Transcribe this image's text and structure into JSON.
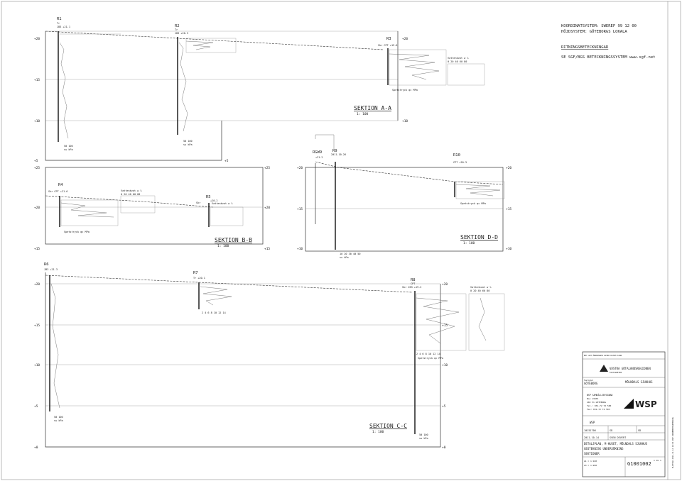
{
  "header": {
    "coord_system": "KOORDINATSYSTEM: SWEREF 99 12 00",
    "height_system": "HÖJDSYSTEM: GÖTEBORGS LOKALA",
    "drawing_legend_title": "RITNINGSBETECKNINGAR",
    "legend_ref": "SE SGF/BGS BETECKNINGSSYSTEM www.sgf.net"
  },
  "sections": {
    "aa": {
      "title": "SEKTION A-A",
      "scale": "1: 100"
    },
    "bb": {
      "title": "SEKTION B-B",
      "scale": "1: 100"
    },
    "cc": {
      "title": "SEKTION C-C",
      "scale": "1: 100"
    },
    "dd": {
      "title": "SEKTION D-D",
      "scale": "1: 100"
    }
  },
  "boreholes": {
    "r1": {
      "id": "R1",
      "method": "Tr",
      "level": "JB3 +21.1"
    },
    "r2": {
      "id": "R2",
      "method": "Tr",
      "level": "JB3 +20.3"
    },
    "r3": {
      "id": "R3",
      "method": "Skr CPT +19.6"
    },
    "r4": {
      "id": "R4",
      "method": "Skr CPT +21.6"
    },
    "r5": {
      "id": "R5",
      "method": "Skr",
      "level": "+20.2"
    },
    "r6": {
      "id": "R6",
      "level": "JB3 +21.3"
    },
    "r7": {
      "id": "R7",
      "method": "Tr +20.1"
    },
    "r8": {
      "id": "R8",
      "method": "CPT",
      "level": "Skr JB3 +19.2"
    },
    "r9": {
      "id": "R9",
      "level": "2011-10-26"
    },
    "r10": {
      "id": "R10",
      "level": "CPT +20.3"
    },
    "rgw9": {
      "id": "RGW9",
      "level": "+21.2"
    }
  },
  "labels": {
    "elev_p25": "+25",
    "elev_p20": "+20",
    "elev_p15": "+15",
    "elev_p10": "+10",
    "elev_p5": "+5",
    "elev_0": "+0",
    "vattenkvot": "Vattenkvot w %",
    "vk_ticks": "0   20   40   60   80",
    "spets": "Spetstryck qc MPa",
    "spets_ticks": "2   4   6   8   10   12   14",
    "shear_ticks": "50   100",
    "shear_unit": "su kPa",
    "d_shear_ticks": "10 20 30 40 50"
  },
  "title_block": {
    "rev_header": "BET  ANT  ÄNDRINGEN AVSER  DATUM  SIGN",
    "org": "VÄSTRA GÖTALANDSREGIONEN",
    "org_sub": "FASTIGHETER",
    "location_label": "Fastighet",
    "location": "GÖTEBORG",
    "project": "MÖLNDALS SJUKHUS",
    "consultant_name": "WSP SAMHÄLLSBYGGNAD",
    "consultant_addr1": "Box 13033",
    "consultant_addr2": "402 51 GÖTEBORG",
    "consultant_tel": "Tel.: 031-72 72 500",
    "consultant_fax": "Fax: 031-72 72 503",
    "wsp_logo": "WSP",
    "company": "WSP",
    "uppdragsnr": "10151706",
    "ritat_av": "SD",
    "handlaggare": "SD",
    "datum": "2011-10-14",
    "ansvarig": "SVEN DEVERT",
    "desc1": "DETALJPLAN, M-HUSET, MÖLNDALS SJUKHUS",
    "desc2": "GEOTEKNISK UNDERSÖKNING",
    "desc3": "SEKTIONER",
    "scale_a1": "A1 = 1:100",
    "scale_a3": "A3 = 1:200",
    "nummer": "G1001002",
    "blad": "1 AV 1"
  },
  "side_note": "PLOTTAD 2011-11-14 16:01 WSP DOKUMENTHANTERING"
}
